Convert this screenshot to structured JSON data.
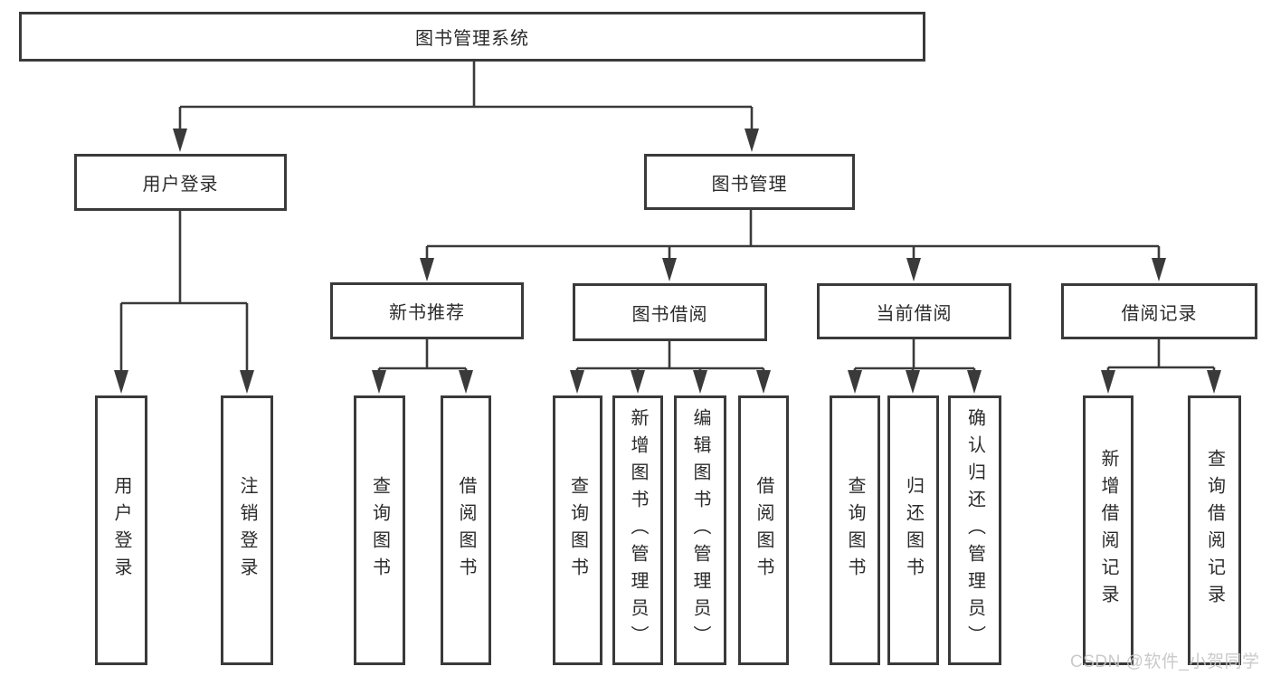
{
  "diagram_title": "图书管理系统",
  "colors": {
    "line": "#3a3a3a",
    "box_border": "#3a3a3a",
    "text": "#2b2b2b",
    "background": "#ffffff",
    "watermark": "#c6c6c6"
  },
  "nodes": {
    "root": {
      "label": "图书管理系统"
    },
    "level2": [
      {
        "label": "用户登录"
      },
      {
        "label": "图书管理"
      }
    ],
    "level3": [
      {
        "label": "新书推荐",
        "parent": "图书管理"
      },
      {
        "label": "图书借阅",
        "parent": "图书管理"
      },
      {
        "label": "当前借阅",
        "parent": "图书管理"
      },
      {
        "label": "借阅记录",
        "parent": "图书管理"
      }
    ],
    "leaves": [
      {
        "label": "用户登录",
        "parent": "用户登录"
      },
      {
        "label": "注销登录",
        "parent": "用户登录"
      },
      {
        "label": "查询图书",
        "parent": "新书推荐"
      },
      {
        "label": "借阅图书",
        "parent": "新书推荐"
      },
      {
        "label": "查询图书",
        "parent": "图书借阅"
      },
      {
        "label": "新增图书（管理员）",
        "parent": "图书借阅"
      },
      {
        "label": "编辑图书（管理员）",
        "parent": "图书借阅"
      },
      {
        "label": "借阅图书",
        "parent": "图书借阅"
      },
      {
        "label": "查询图书",
        "parent": "当前借阅"
      },
      {
        "label": "归还图书",
        "parent": "当前借阅"
      },
      {
        "label": "确认归还（管理员）",
        "parent": "当前借阅"
      },
      {
        "label": "新增借阅记录",
        "parent": "借阅记录"
      },
      {
        "label": "查询借阅记录",
        "parent": "借阅记录"
      }
    ]
  },
  "watermark": {
    "text": "CSDN @软件_小贺同学"
  }
}
